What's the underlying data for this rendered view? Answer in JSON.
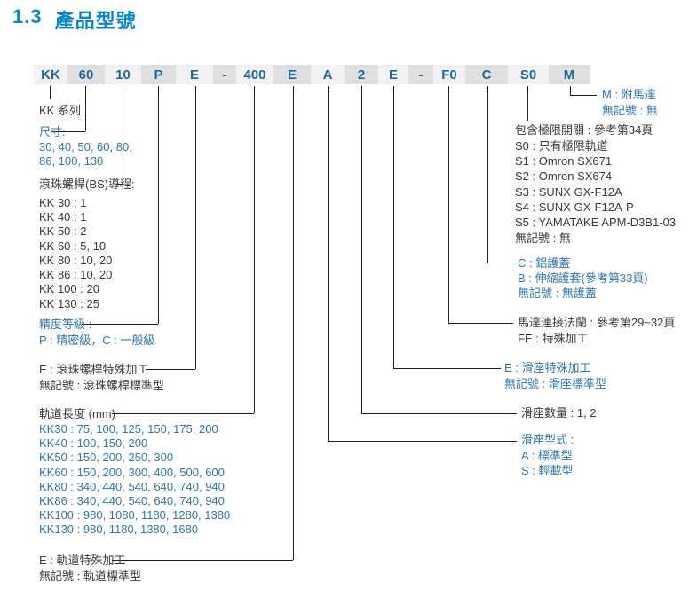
{
  "page": {
    "section_number": "1.3",
    "section_title": "產品型號"
  },
  "model_code": {
    "segments": [
      "KK",
      "60",
      "10",
      "P",
      "E",
      "-",
      "400",
      "E",
      "A",
      "2",
      "E",
      "-",
      "F0",
      "C",
      "S0",
      "M"
    ]
  },
  "annotations": {
    "series": {
      "label": "KK 系列"
    },
    "size": {
      "title": "尺寸:",
      "line1": "30, 40, 50, 60, 80,",
      "line2": "86, 100, 130"
    },
    "lead": {
      "title": "滾珠螺桿(BS)導程:",
      "items": [
        "KK 30 : 1",
        "KK 40 : 1",
        "KK 50 : 2",
        "KK 60 :  5, 10",
        "KK 80 : 10, 20",
        "KK 86 :  10, 20",
        "KK 100 :  20",
        "KK 130 :  25"
      ]
    },
    "accuracy": {
      "title": "精度等級 :",
      "line": "P : 精密級，C : 一般級"
    },
    "ballscrew_special": {
      "line1": "E : 滾珠螺桿特殊加工",
      "line2": "無記號 : 滾珠螺桿標準型"
    },
    "rail_length": {
      "title": "軌道長度 (mm)",
      "items": [
        "KK30 : 75, 100, 125, 150, 175, 200",
        "KK40 : 100, 150, 200",
        "KK50 : 150, 200, 250, 300",
        "KK60 : 150, 200, 300,  400,  500, 600",
        "KK80 : 340, 440, 540, 640, 740, 940",
        "KK86 : 340, 440, 540, 640, 740, 940",
        "KK100 : 980, 1080, 1180, 1280, 1380",
        "KK130 : 980, 1180, 1380, 1680"
      ]
    },
    "rail_special": {
      "line1": "E : 軌道特殊加工",
      "line2": "無記號 : 軌道標準型"
    },
    "motor": {
      "line1": "M : 附馬達",
      "line2": "無記號 : 無"
    },
    "limit_switch": {
      "title": "包含極限開關 : 參考第34頁",
      "items": [
        "S0 : 只有極限軌道",
        "S1 : Omron SX671",
        "S2 : Omron SX674",
        "S3 : SUNX GX-F12A",
        "S4 : SUNX GX-F12A-P",
        "S5 : YAMATAKE APM-D3B1-03",
        "無記號 : 無"
      ]
    },
    "cover": {
      "line1": "C : 鋁護蓋",
      "line2": "B : 伸縮護套(參考第33頁)",
      "line3": "無記號 : 無護蓋"
    },
    "flange": {
      "line1": "馬達連接法蘭 : 參考第29~32頁",
      "line2": "FE : 特殊加工"
    },
    "block_special": {
      "line1": "E : 滑座特殊加工",
      "line2": "無記號 : 滑座標準型"
    },
    "block_qty": {
      "line": "滑座數量 : 1, 2"
    },
    "block_type": {
      "title": "滑座型式 :",
      "line1": "A : 標準型",
      "line2": "S : 輕載型"
    }
  },
  "colors": {
    "title_blue": "#0a87ca",
    "code_blue": "#17699f",
    "body_blue": "#2f76b0",
    "body_black": "#3a3a3a",
    "cell_light": "#f2f2f2",
    "cell_dark": "#e0e0e0",
    "line_black": "#1f1f1f"
  }
}
